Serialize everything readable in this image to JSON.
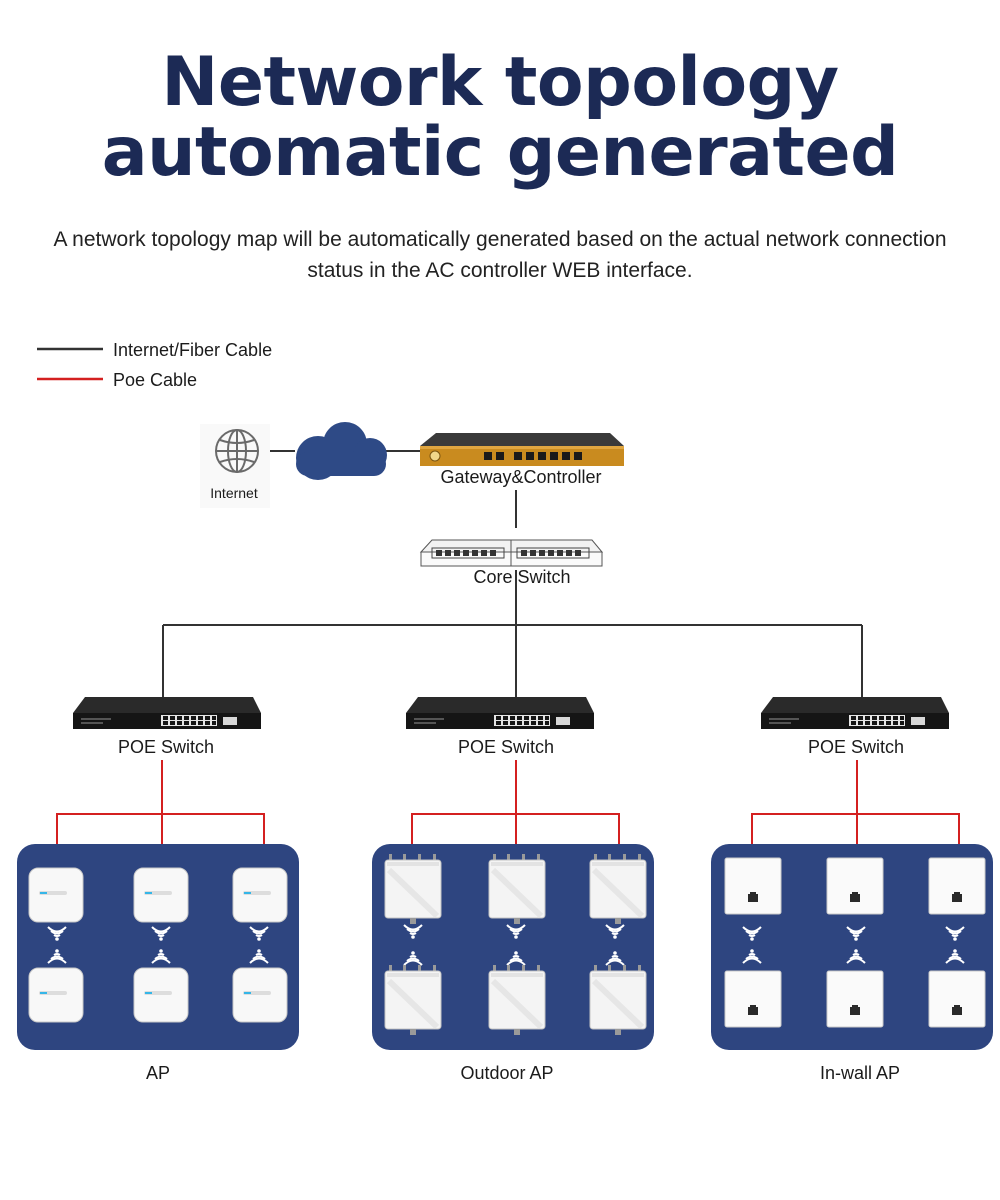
{
  "title_line1": "Network topology",
  "title_line2": "automatic generated",
  "subtitle": "A network topology map will be automatically generated based on the actual network connection status in the AC controller WEB interface.",
  "legend": {
    "fiber": "Internet/Fiber Cable",
    "poe": "Poe Cable"
  },
  "nodes": {
    "internet": "Internet",
    "gateway": "Gateway&Controller",
    "core_switch": "Core Switch",
    "poe_switch_1": "POE Switch",
    "poe_switch_2": "POE Switch",
    "poe_switch_3": "POE Switch"
  },
  "groups": {
    "ap": "AP",
    "outdoor_ap": "Outdoor AP",
    "inwall_ap": "In-wall AP"
  },
  "colors": {
    "title": "#1c2a55",
    "fiber_cable": "#333333",
    "poe_cable": "#d42020",
    "panel": "#2e4580",
    "cloud": "#2e4a86"
  }
}
